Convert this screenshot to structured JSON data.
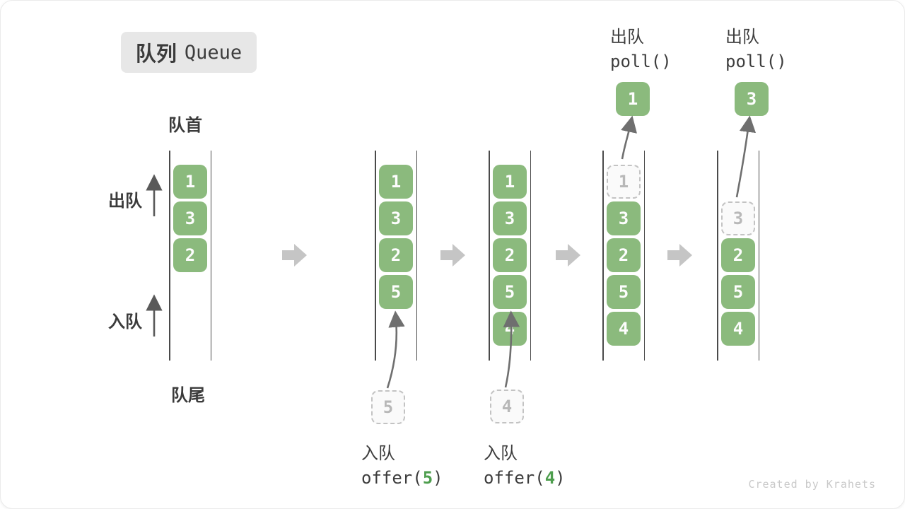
{
  "title": {
    "zh": "队列",
    "en": "Queue"
  },
  "side_labels": {
    "front": "队首",
    "rear": "队尾",
    "dequeue": "出队",
    "enqueue": "入队"
  },
  "queues": [
    {
      "name": "state-initial",
      "slots": [
        {
          "value": "1",
          "state": "solid"
        },
        {
          "value": "3",
          "state": "solid"
        },
        {
          "value": "2",
          "state": "solid"
        }
      ]
    },
    {
      "name": "state-after-offer-5",
      "slots": [
        {
          "value": "1",
          "state": "solid"
        },
        {
          "value": "3",
          "state": "solid"
        },
        {
          "value": "2",
          "state": "solid"
        },
        {
          "value": "5",
          "state": "solid"
        }
      ]
    },
    {
      "name": "state-after-offer-4",
      "slots": [
        {
          "value": "1",
          "state": "solid"
        },
        {
          "value": "3",
          "state": "solid"
        },
        {
          "value": "2",
          "state": "solid"
        },
        {
          "value": "5",
          "state": "solid"
        },
        {
          "value": "4",
          "state": "solid"
        }
      ]
    },
    {
      "name": "state-after-poll-1",
      "slots": [
        {
          "value": "1",
          "state": "dashed"
        },
        {
          "value": "3",
          "state": "solid"
        },
        {
          "value": "2",
          "state": "solid"
        },
        {
          "value": "5",
          "state": "solid"
        },
        {
          "value": "4",
          "state": "solid"
        }
      ]
    },
    {
      "name": "state-after-poll-3",
      "slots": [
        {
          "value": "",
          "state": "empty"
        },
        {
          "value": "3",
          "state": "dashed"
        },
        {
          "value": "2",
          "state": "solid"
        },
        {
          "value": "5",
          "state": "solid"
        },
        {
          "value": "4",
          "state": "solid"
        }
      ]
    }
  ],
  "operations": {
    "offer5": {
      "label": "入队",
      "code_open": "offer(",
      "arg": "5",
      "code_close": ")",
      "staged": "5"
    },
    "offer4": {
      "label": "入队",
      "code_open": "offer(",
      "arg": "4",
      "code_close": ")",
      "staged": "4"
    },
    "poll1": {
      "label": "出队",
      "code": "poll()",
      "result": "1"
    },
    "poll3": {
      "label": "出队",
      "code": "poll()",
      "result": "3"
    }
  },
  "watermark": "Created by Krahets",
  "colors": {
    "box_green": "#8bba7d",
    "code_arg_green": "#4e9e4e",
    "block_arrow_gray": "#c5c5c5",
    "thin_arrow_gray": "#6f6f6f",
    "wall_dark": "#4a4a4a",
    "dashed_border": "#c3c3c3",
    "dashed_text": "#b8b8b8",
    "text_dark": "#3b3b3b",
    "title_bg": "#e7e7e7",
    "watermark_gray": "#c9c9c9"
  }
}
